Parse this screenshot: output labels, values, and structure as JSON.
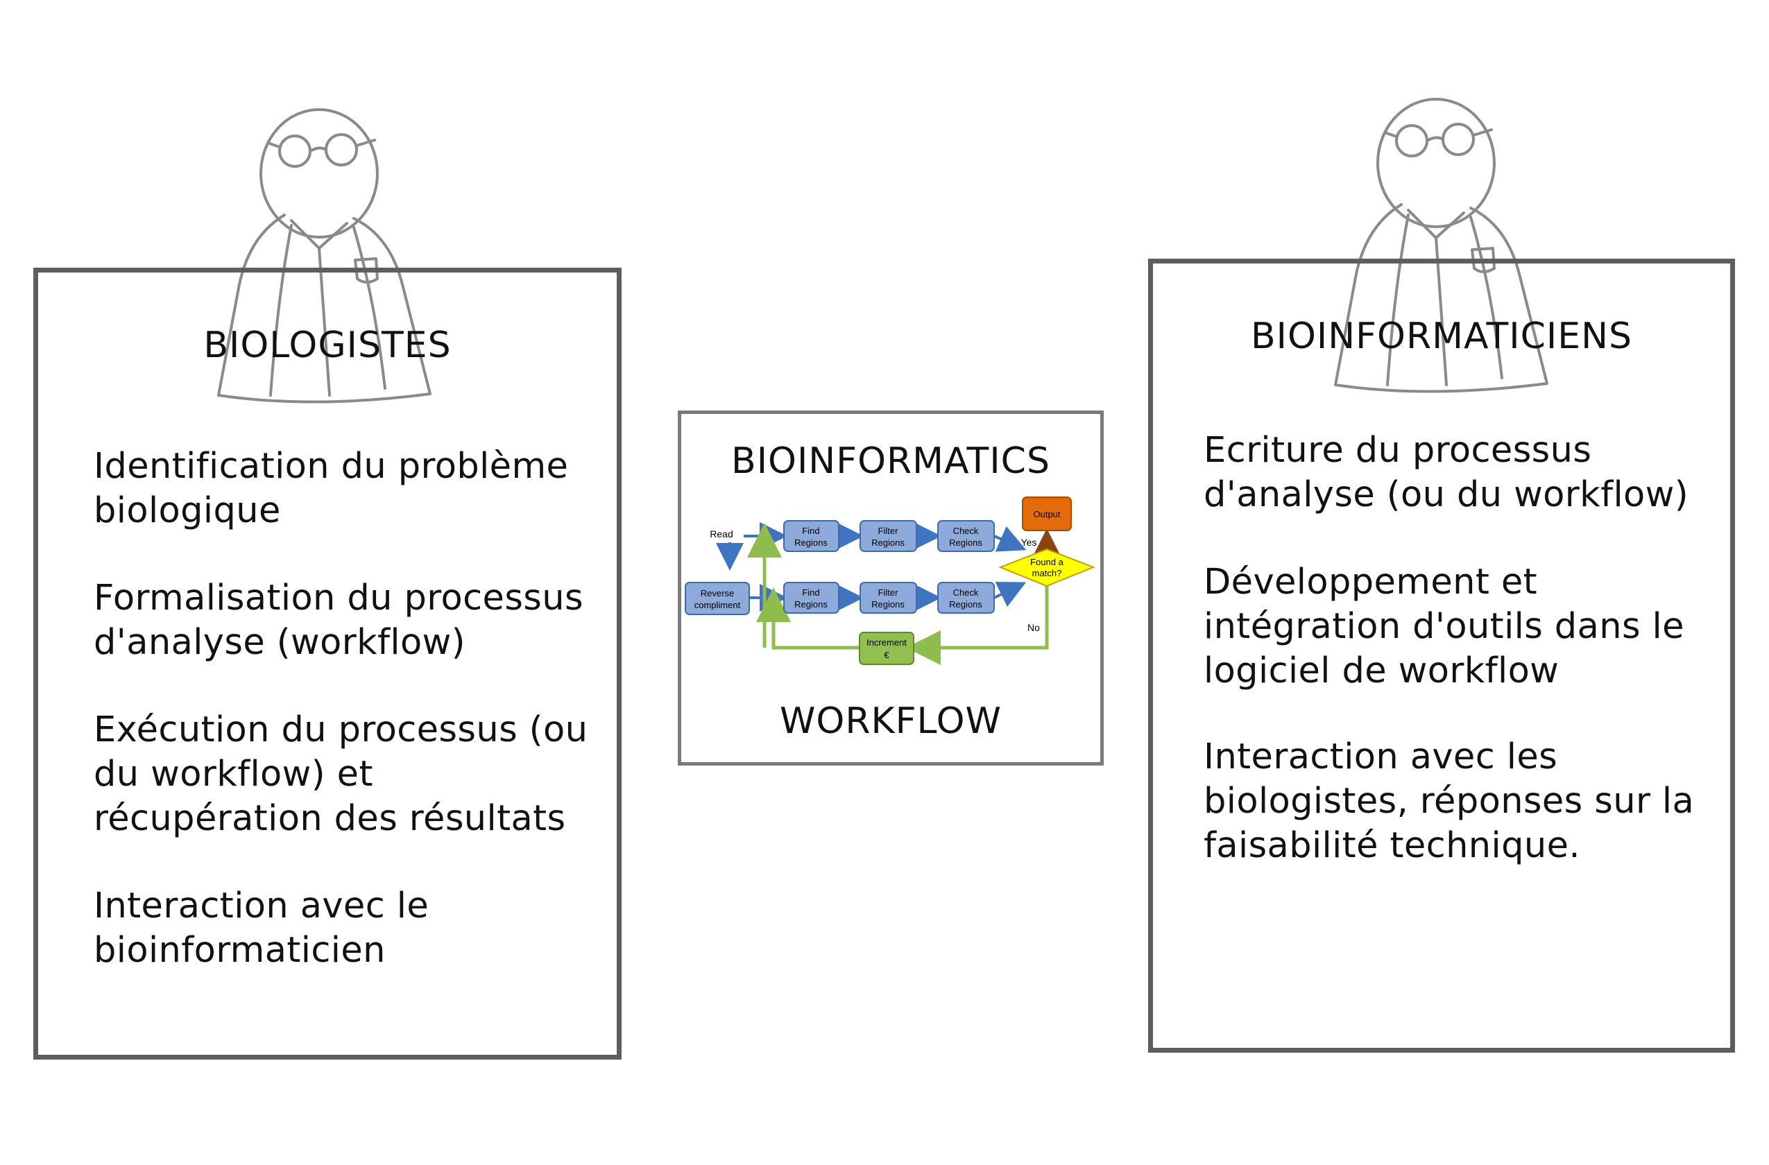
{
  "left_card": {
    "title": "BIOLOGISTES",
    "items": [
      "Identification du problème\nbiologique",
      "Formalisation du processus\nd'analyse (workflow)",
      "Exécution du processus (ou\ndu workflow) et\nrécupération des résultats",
      "Interaction avec le\nbioinformaticien"
    ]
  },
  "center": {
    "title": "BIOINFORMATICS",
    "caption": "WORKFLOW",
    "flowchart": {
      "read_label": "Read",
      "reverse": [
        "Reverse",
        "compliment"
      ],
      "find": [
        "Find",
        "Regions"
      ],
      "filter": [
        "Filter",
        "Regions"
      ],
      "check": [
        "Check",
        "Regions"
      ],
      "decision": [
        "Found a",
        "match?"
      ],
      "output": "Output",
      "increment": [
        "Increment",
        "€"
      ],
      "yes_label": "Yes",
      "no_label": "No"
    },
    "colors": {
      "process_fill": "#8eaadb",
      "process_stroke": "#3d6aa8",
      "arrow_blue": "#3f74c0",
      "decision_fill": "#ffff00",
      "output_fill": "#e36c09",
      "increment_fill": "#92c050",
      "arrow_green": "#8fbd4d",
      "arrow_brown": "#8b4513"
    }
  },
  "right_card": {
    "title": "BIOINFORMATICIENS",
    "items": [
      "Ecriture du processus\nd'analyse (ou du workflow)",
      "Développement et\nintégration d'outils dans le\nlogiciel de workflow",
      "Interaction avec les\nbiologistes, réponses sur la\nfaisabilité technique."
    ]
  },
  "colors": {
    "border": "#5e5e5e",
    "sketch": "#8a8a8a"
  }
}
